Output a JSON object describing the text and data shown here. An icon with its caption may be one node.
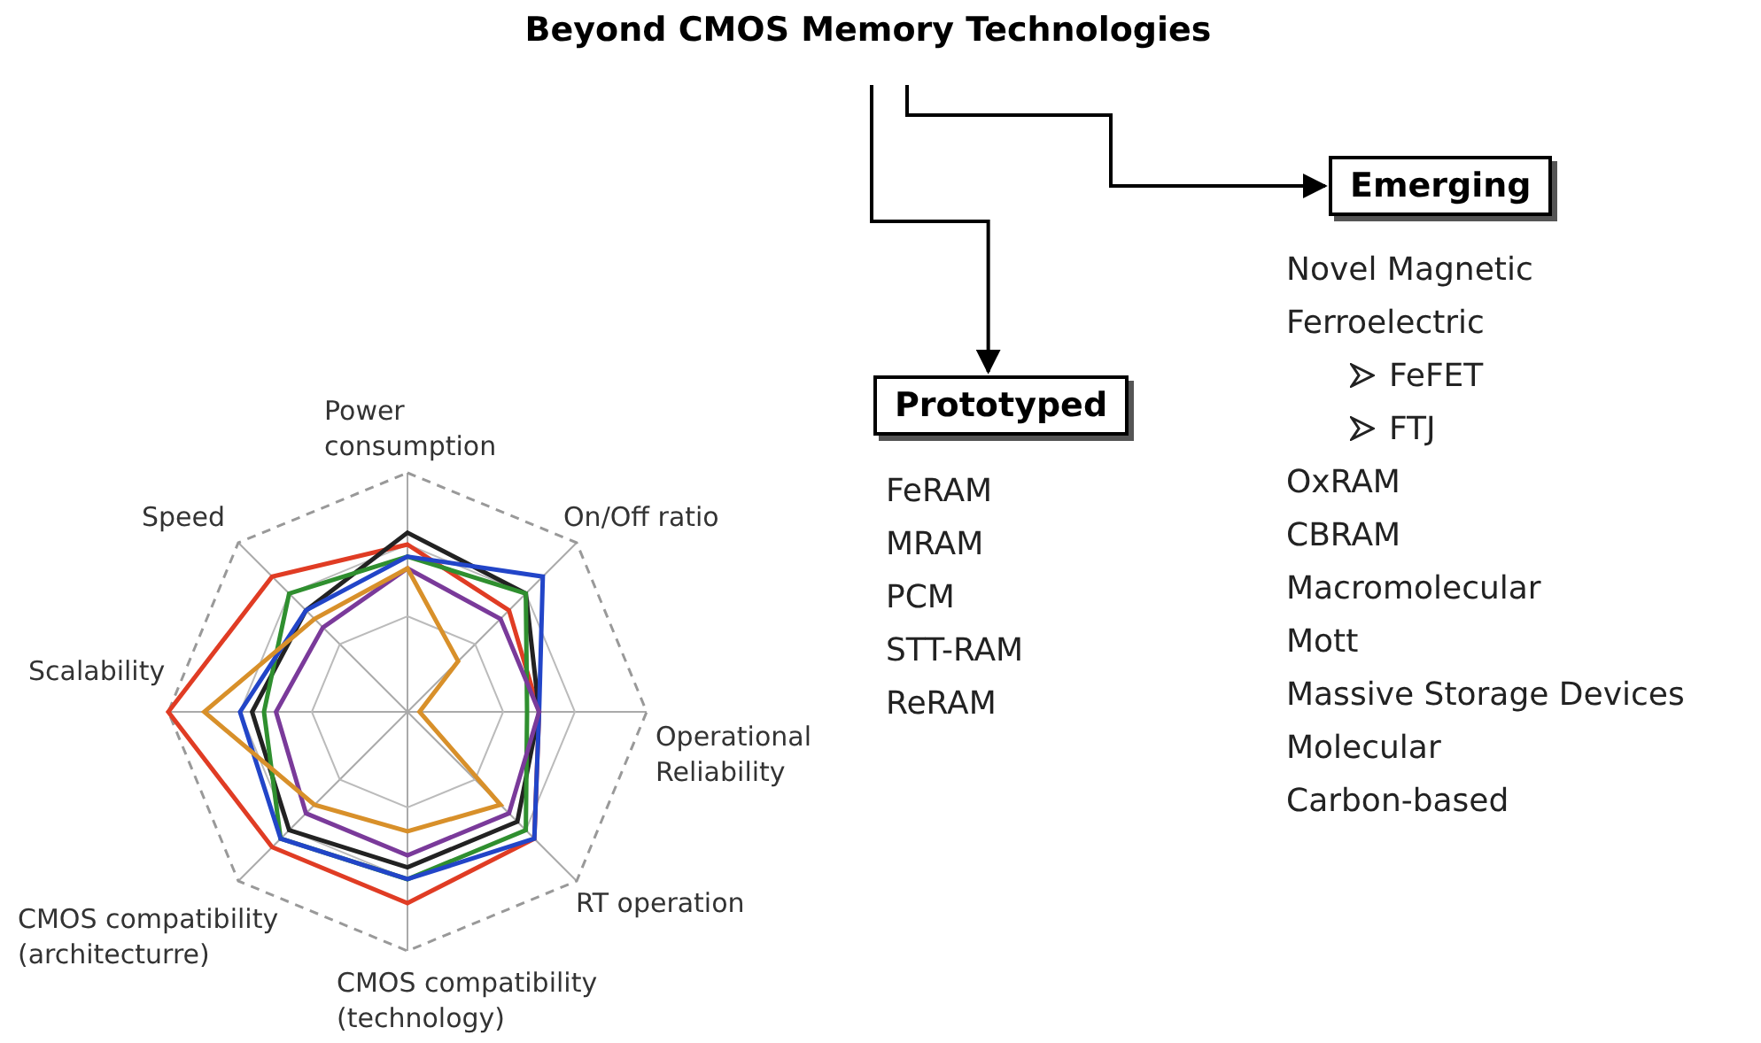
{
  "diagram": {
    "nodes": [
      {
        "text": [
          "Beyond CMOS Memory Technologies"
        ]
      },
      {
        "text": [
          "Prototyped"
        ],
        "beside": [
          "FeRAM",
          "MRAM",
          "PCM",
          "STT-RAM",
          "ReRAM"
        ]
      },
      {
        "text": [
          "Emerging"
        ],
        "beside": [
          "Novel Magnetic",
          "Ferroelectric",
          "FeFET",
          "FTJ",
          "OxRAM",
          "CBRAM",
          "Macromolecular",
          "Mott",
          "Massive Storage Devices",
          "Molecular",
          "Carbon-based"
        ]
      }
    ],
    "edges": [
      {
        "from": 0,
        "to": 1,
        "arrow": "to"
      },
      {
        "from": 0,
        "to": 2,
        "arrow": "to"
      }
    ],
    "labels": [
      "Power consumption",
      "Speed",
      "On/Off ratio",
      "Scalability",
      "Operational Reliability",
      "RT operation",
      "CMOS compatibility (architecturre)",
      "CMOS compatibility (technology)"
    ]
  }
}
